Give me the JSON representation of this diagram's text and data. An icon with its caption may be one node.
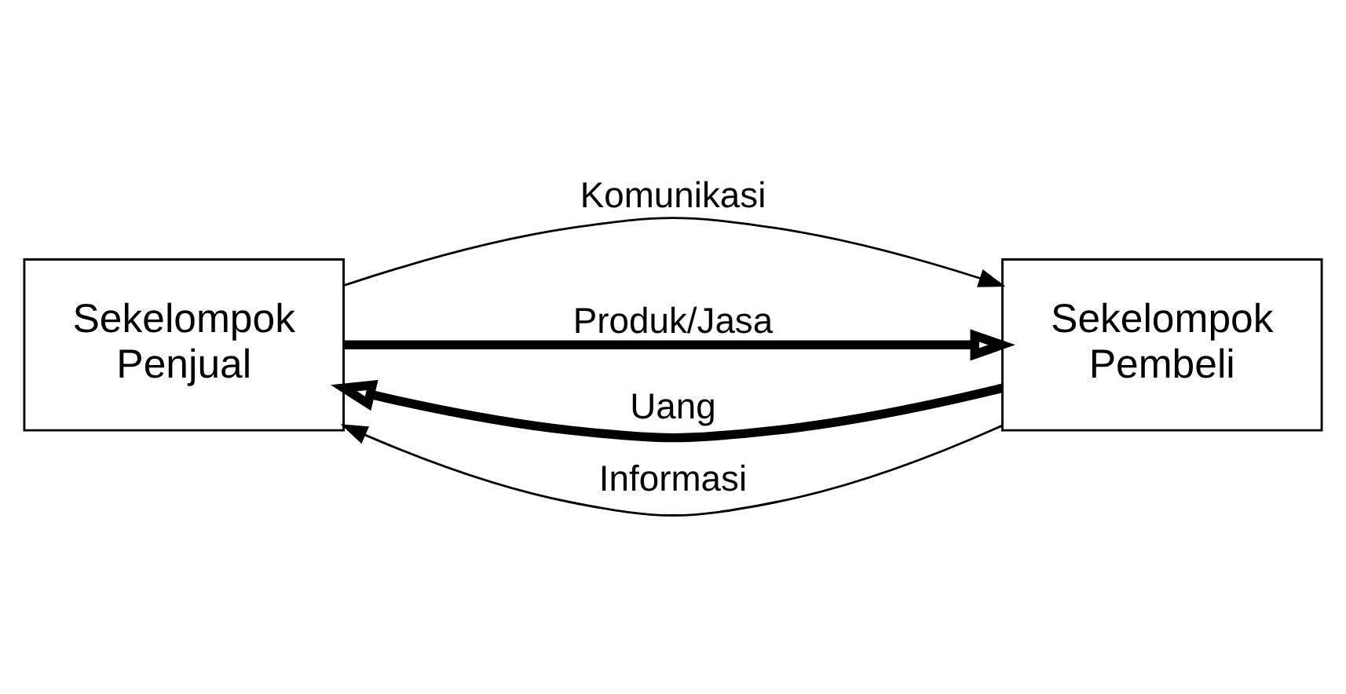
{
  "diagram": {
    "nodes": [
      {
        "text": [
          "Sekelompok Penjual"
        ]
      },
      {
        "text": [
          "Sekelompok Pembeli"
        ]
      }
    ],
    "edges": [
      {
        "from": 0,
        "to": 1,
        "arrow": "to",
        "label": "Komunikasi"
      },
      {
        "from": 1,
        "to": 0,
        "arrow": "to",
        "label": "Uang",
        "style": "thick"
      },
      {
        "from": 0,
        "to": 1,
        "arrow": "to",
        "label": "Produk/Jasa",
        "style": "thick"
      },
      {
        "from": 1,
        "to": 0,
        "arrow": "to",
        "label": "Informasi"
      }
    ]
  }
}
